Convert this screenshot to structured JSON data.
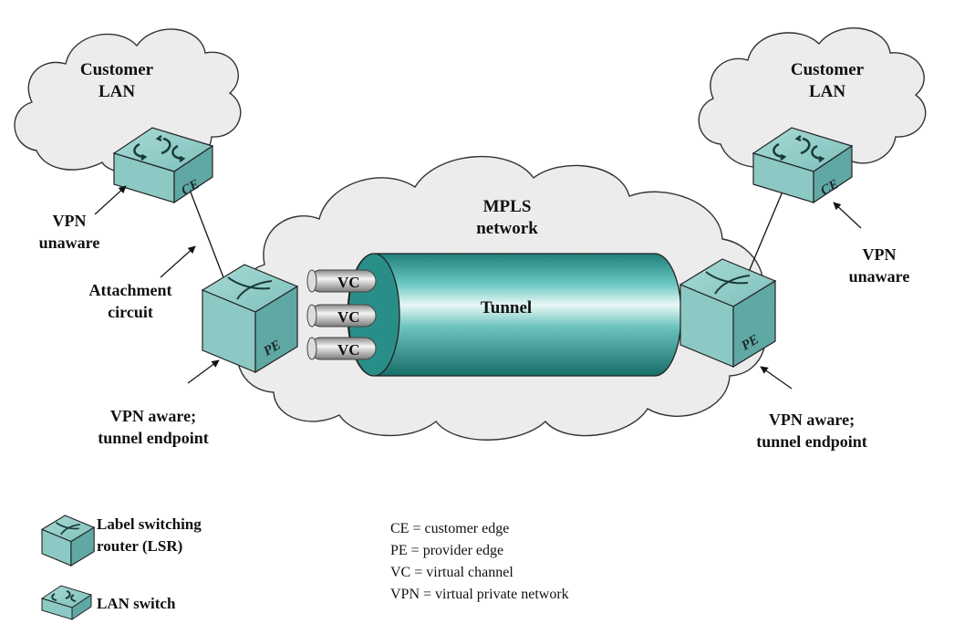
{
  "clouds": {
    "left_customer": [
      "Customer",
      "LAN"
    ],
    "right_customer": [
      "Customer",
      "LAN"
    ],
    "mpls": [
      "MPLS",
      "network"
    ]
  },
  "devices": {
    "ce_label": "CE",
    "pe_label": "PE"
  },
  "tunnel": {
    "label": "Tunnel",
    "vc_labels": [
      "VC",
      "VC",
      "VC"
    ]
  },
  "annotations": {
    "left_vpn_unaware": [
      "VPN",
      "unaware"
    ],
    "attachment_circuit": [
      "Attachment",
      "circuit"
    ],
    "left_vpn_aware": [
      "VPN aware;",
      "tunnel endpoint"
    ],
    "right_vpn_unaware": [
      "VPN",
      "unaware"
    ],
    "right_vpn_aware": [
      "VPN aware;",
      "tunnel endpoint"
    ]
  },
  "legend": {
    "lsr": [
      "Label switching",
      "router (LSR)"
    ],
    "lan_switch": "LAN switch"
  },
  "key": [
    "CE = customer edge",
    "PE = provider edge",
    "VC = virtual channel",
    "VPN = virtual private network"
  ],
  "colors": {
    "cloud_fill": "#ececec",
    "cloud_stroke": "#333333",
    "device_teal": "#8cc9c4",
    "device_teal_dark": "#5fa8a3",
    "tunnel_teal": "#2d9a94",
    "pipe_gray": "#bfbfbf"
  }
}
